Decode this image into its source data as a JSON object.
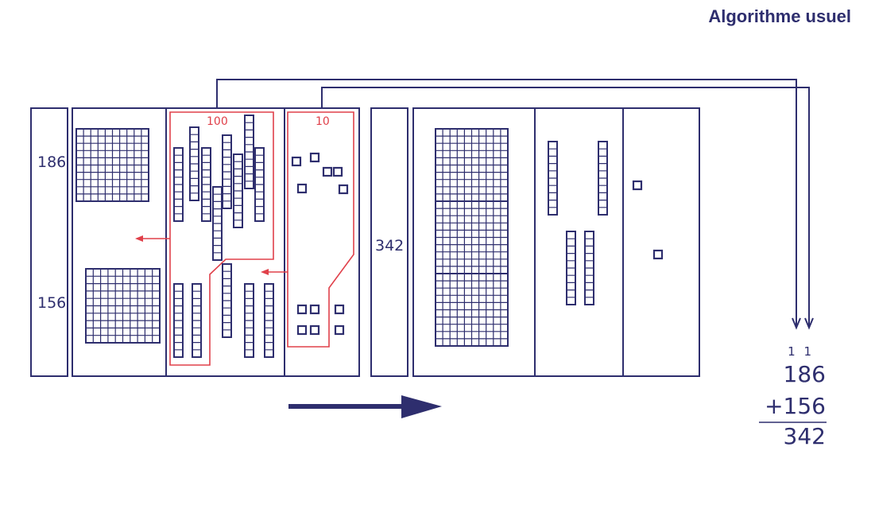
{
  "title": "Algorithme usuel",
  "left_panel": {
    "top_number": "186",
    "bottom_number": "156"
  },
  "red_labels": {
    "hundred": "100",
    "ten": "10"
  },
  "result_panel": {
    "number": "342"
  },
  "algorithm": {
    "carries": "1 1",
    "addend_1": "186",
    "addend_2": "+156",
    "sum": "342"
  },
  "colors": {
    "ink": "#2e2e6e",
    "accent_red": "#e0404a"
  }
}
